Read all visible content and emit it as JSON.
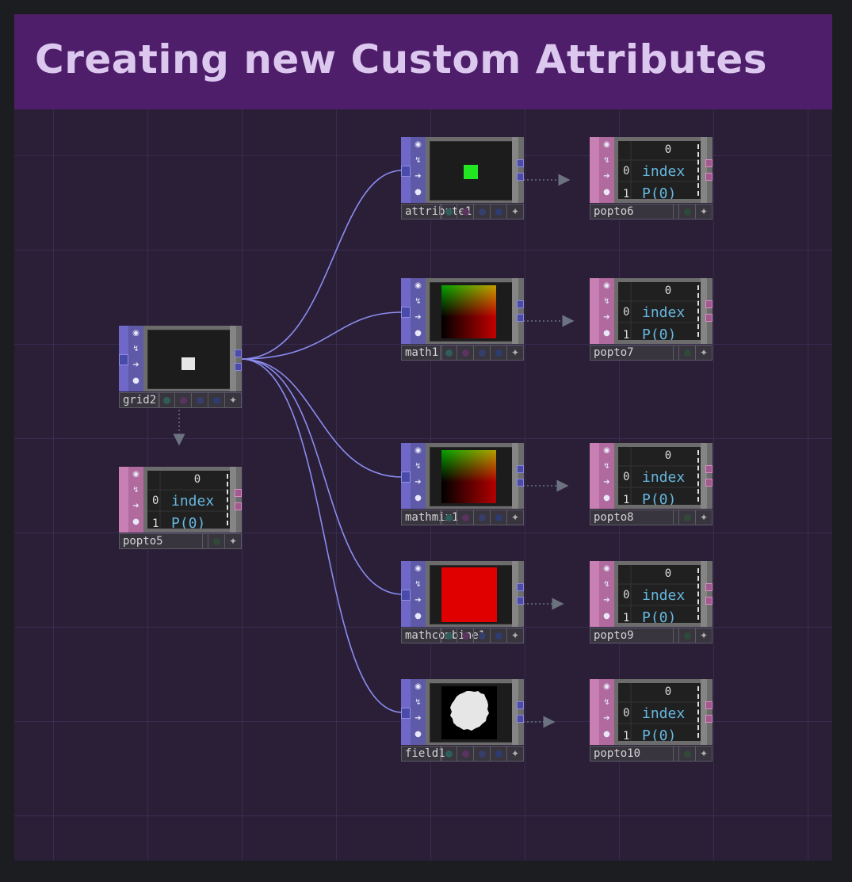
{
  "title": "Creating new Custom Attributes",
  "colors": {
    "wire": "#8a8cf0",
    "link": "#6b7380",
    "sop_accent": "#7068c8",
    "pop_accent": "#c87fb4"
  },
  "nodes": {
    "grid2": {
      "name": "grid2",
      "preview": "white-square"
    },
    "popto5": {
      "name": "popto5",
      "table": {
        "header": "0",
        "row0": "0",
        "cell0": "index",
        "row1": "1",
        "cell1": "P(0)"
      }
    },
    "attribute1": {
      "name": "attribute1",
      "preview": "green-square"
    },
    "popto6": {
      "name": "popto6",
      "table": {
        "header": "0",
        "row0": "0",
        "cell0": "index",
        "row1": "1",
        "cell1": "P(0)"
      }
    },
    "math1": {
      "name": "math1",
      "preview": "gradient"
    },
    "popto7": {
      "name": "popto7",
      "table": {
        "header": "0",
        "row0": "0",
        "cell0": "index",
        "row1": "1",
        "cell1": "P(0)"
      }
    },
    "mathmix1": {
      "name": "mathmix1",
      "preview": "gradient"
    },
    "popto8": {
      "name": "popto8",
      "table": {
        "header": "0",
        "row0": "0",
        "cell0": "index",
        "row1": "1",
        "cell1": "P(0)"
      }
    },
    "mathcombine1": {
      "name": "mathcombine1",
      "preview": "red-square"
    },
    "popto9": {
      "name": "popto9",
      "table": {
        "header": "0",
        "row0": "0",
        "cell0": "index",
        "row1": "1",
        "cell1": "P(0)"
      }
    },
    "field1": {
      "name": "field1",
      "preview": "white-blob"
    },
    "popto10": {
      "name": "popto10",
      "table": {
        "header": "0",
        "row0": "0",
        "cell0": "index",
        "row1": "1",
        "cell1": "P(0)"
      }
    }
  }
}
